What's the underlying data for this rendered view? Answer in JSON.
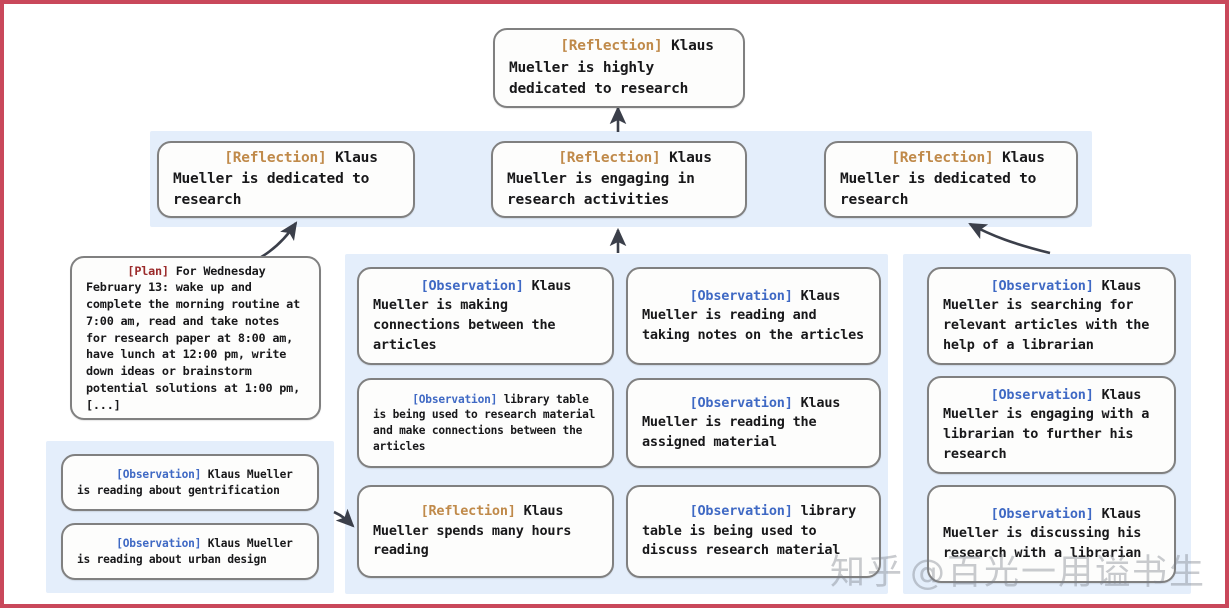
{
  "diagram": {
    "title_tags": {
      "reflection": "[Reflection]",
      "observation": "[Observation]",
      "plan": "[Plan]"
    },
    "colors": {
      "reflection_tag": "#c08a4a",
      "observation_tag": "#3f69c4",
      "plan_tag": "#9b2b2b",
      "panel_bg": "#e4eefb",
      "card_bg": "#fdfdfc",
      "card_border": "#808080",
      "arrow": "#3b3f4a",
      "page_border": "#c9485b"
    },
    "top_node": {
      "tag": "[Reflection]",
      "text": " Klaus Mueller is highly dedicated to research"
    },
    "reflections_row": [
      {
        "tag": "[Reflection]",
        "text": " Klaus Mueller is dedicated to research"
      },
      {
        "tag": "[Reflection]",
        "text": " Klaus Mueller is engaging in research activities"
      },
      {
        "tag": "[Reflection]",
        "text": " Klaus Mueller is dedicated to research"
      }
    ],
    "plan_node": {
      "tag": "[Plan]",
      "text": " For Wednesday February 13: wake up and complete the morning routine at 7:00 am, read and take notes for research paper at 8:00 am, have lunch at 12:00 pm, write down ideas or brainstorm potential solutions at 1:00 pm, [...]"
    },
    "bottom_left_observations": [
      {
        "tag": "[Observation]",
        "text": " Klaus Mueller is reading about gentrification"
      },
      {
        "tag": "[Observation]",
        "text": " Klaus Mueller is reading about urban design"
      }
    ],
    "column_a": [
      {
        "tag": "[Observation]",
        "text": " Klaus Mueller is making connections between the articles"
      },
      {
        "tag": "[Observation]",
        "text": " library table is being used to research material and make connections between the articles"
      },
      {
        "tag": "[Reflection]",
        "text": " Klaus Mueller spends many hours reading"
      }
    ],
    "column_b": [
      {
        "tag": "[Observation]",
        "text": " Klaus Mueller is reading and taking notes on the articles"
      },
      {
        "tag": "[Observation]",
        "text": " Klaus Mueller is reading the assigned material"
      },
      {
        "tag": "[Observation]",
        "text": " library table is being used to discuss research material"
      }
    ],
    "column_c": [
      {
        "tag": "[Observation]",
        "text": " Klaus Mueller is searching for relevant articles with the help of a librarian"
      },
      {
        "tag": "[Observation]",
        "text": " Klaus Mueller is engaging with a librarian to further his research"
      },
      {
        "tag": "[Observation]",
        "text": " Klaus Mueller is discussing his research with a librarian"
      }
    ],
    "watermark": {
      "logo": "知乎",
      "handle": "@百光一用谥书生"
    }
  }
}
